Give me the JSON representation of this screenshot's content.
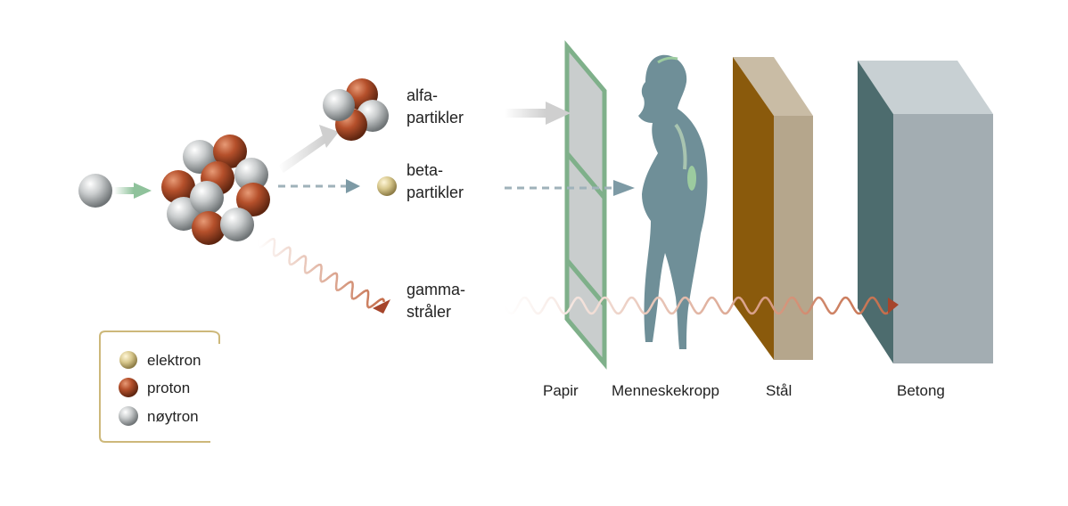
{
  "radiation": {
    "alpha": [
      "alfa-",
      "partikler"
    ],
    "beta": [
      "beta-",
      "partikler"
    ],
    "gamma": [
      "gamma-",
      "stråler"
    ]
  },
  "barriers": {
    "paper": "Papir",
    "human": "Menneskekropp",
    "steel": "Stål",
    "concrete": "Betong"
  },
  "legend": {
    "electron": "elektron",
    "proton": "proton",
    "neutron": "nøytron"
  },
  "colors": {
    "proton": "#b5502b",
    "neutron": "#b9bcbd",
    "electron": "#d7c78c",
    "paper_frame": "#7fb08a",
    "body": "#6f8f98",
    "steel": "#b5a68c",
    "concrete": "#a3adb2",
    "wave": "#c56d4a",
    "legend_border": "#cdb87a"
  }
}
